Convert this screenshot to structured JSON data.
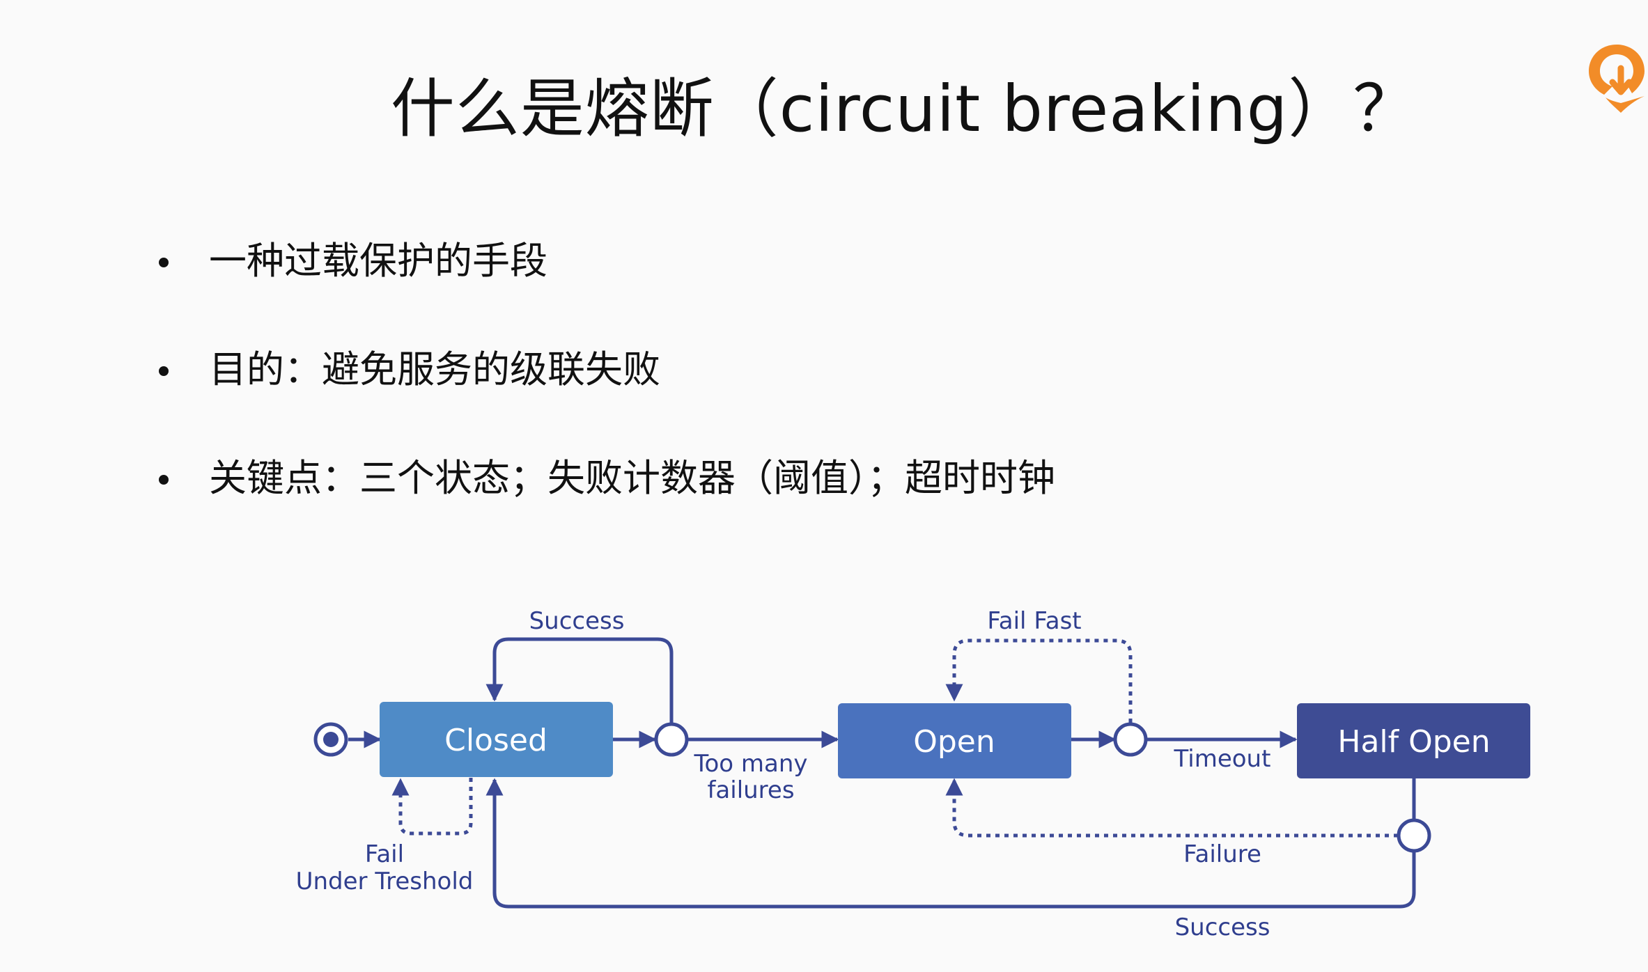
{
  "slide": {
    "title": "什么是熔断（circuit breaking）？",
    "bullets": [
      "一种过载保护的手段",
      "目的：避免服务的级联失败",
      "关键点：三个状态；失败计数器（阈值）；超时时钟"
    ]
  },
  "diagram": {
    "states": {
      "closed": "Closed",
      "open": "Open",
      "half_open": "Half Open"
    },
    "transitions": {
      "closed_success_loop": "Success",
      "closed_fail_loop": [
        "Fail",
        "Under Treshold"
      ],
      "closed_to_open": [
        "Too many",
        "failures"
      ],
      "open_fail_fast_loop": "Fail Fast",
      "open_to_half_open": "Timeout",
      "half_open_to_open": "Failure",
      "half_open_to_closed": "Success"
    },
    "colors": {
      "closed": "#4f8bc7",
      "open": "#4a72be",
      "half_open": "#3e4c94",
      "edges": "#3c4a96",
      "label_text": "#2f3e8e"
    }
  },
  "icons": {
    "logo": "orange-download-logo-icon"
  }
}
